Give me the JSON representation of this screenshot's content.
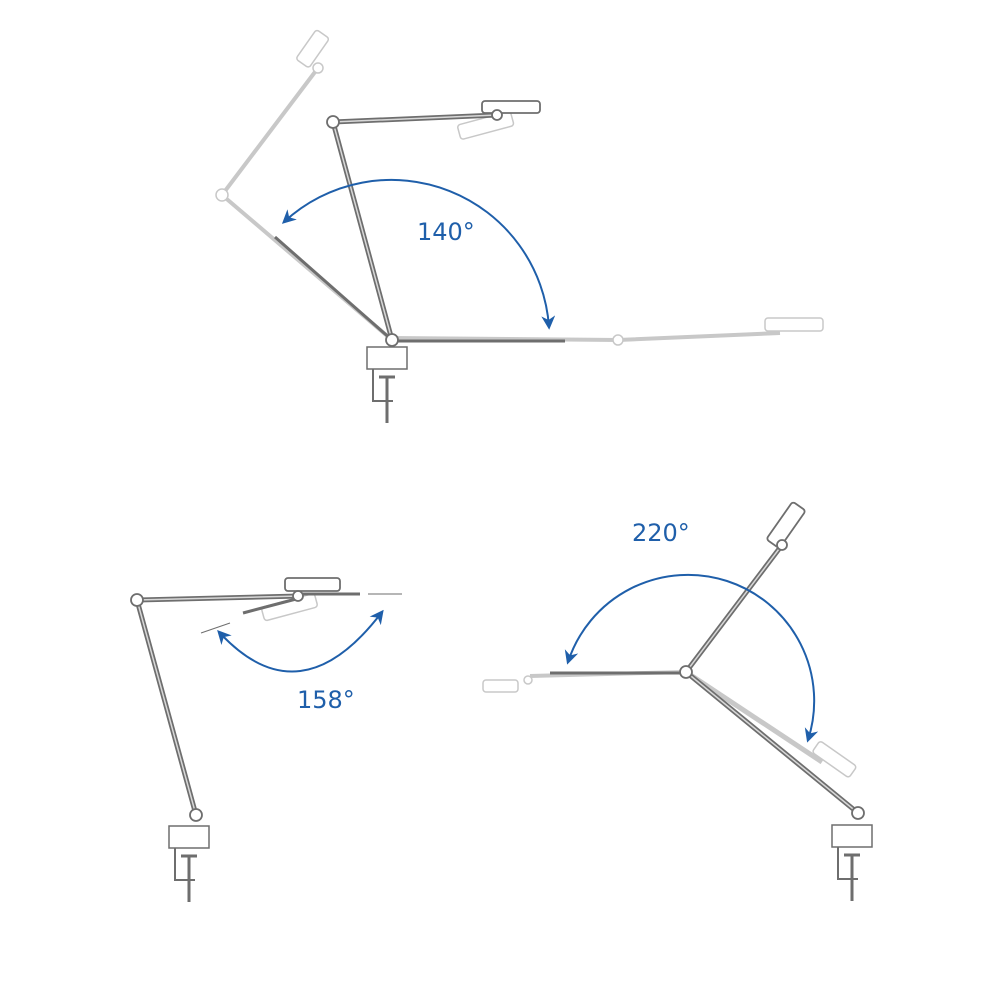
{
  "colors": {
    "arrow": "#1f5faa",
    "arm_dark": "#6e6e6e",
    "arm_light": "#c4c4c4"
  },
  "angles": [
    {
      "label": "140°",
      "value": 140
    },
    {
      "label": "158°",
      "value": 158
    },
    {
      "label": "220°",
      "value": 220
    }
  ]
}
